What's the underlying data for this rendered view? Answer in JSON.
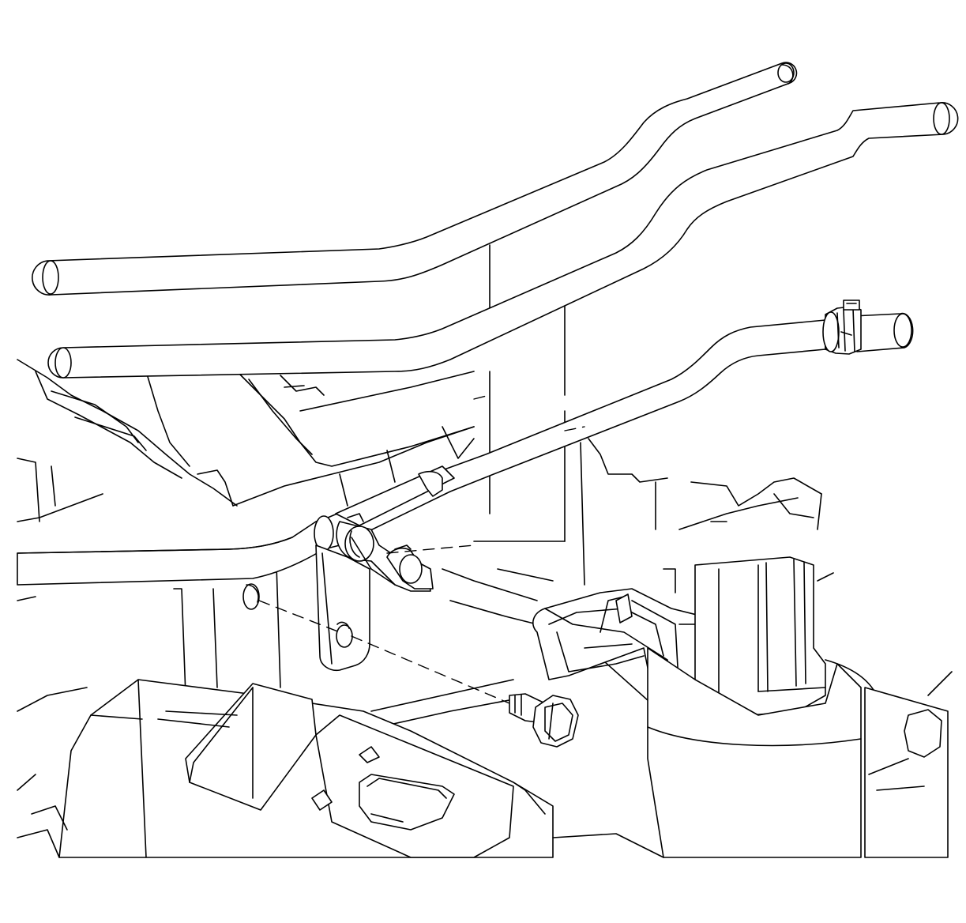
{
  "figure": {
    "style": "black line art on white",
    "line_color": "#000000",
    "background_color": "#ffffff",
    "components": [
      "upper-hose-pair",
      "lower-hose",
      "hose-clamp",
      "double-pipe-clip",
      "mounting-bracket",
      "bolt",
      "electrical-connector",
      "component-housing",
      "background-structure"
    ]
  }
}
